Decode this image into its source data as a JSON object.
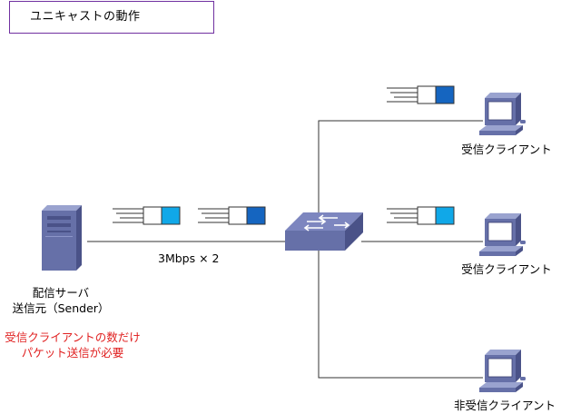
{
  "title": "ユニキャストの動作",
  "server": {
    "name": "配信サーバ",
    "role": "送信元（Sender）"
  },
  "link_rate": "3Mbps × 2",
  "note": {
    "line1": "受信クライアントの数だけ",
    "line2": "パケット送信が必要"
  },
  "clients": [
    {
      "label": "受信クライアント",
      "packet_color": "#1565c0"
    },
    {
      "label": "受信クライアント",
      "packet_color": "#10a8e8"
    },
    {
      "label": "非受信クライアント",
      "packet_color": null
    }
  ],
  "sender_packets": [
    {
      "color": "#10a8e8"
    },
    {
      "color": "#1565c0"
    }
  ],
  "colors": {
    "title_border": "#7030a0",
    "note_text": "#e02020",
    "device_body": "#6670a8"
  }
}
